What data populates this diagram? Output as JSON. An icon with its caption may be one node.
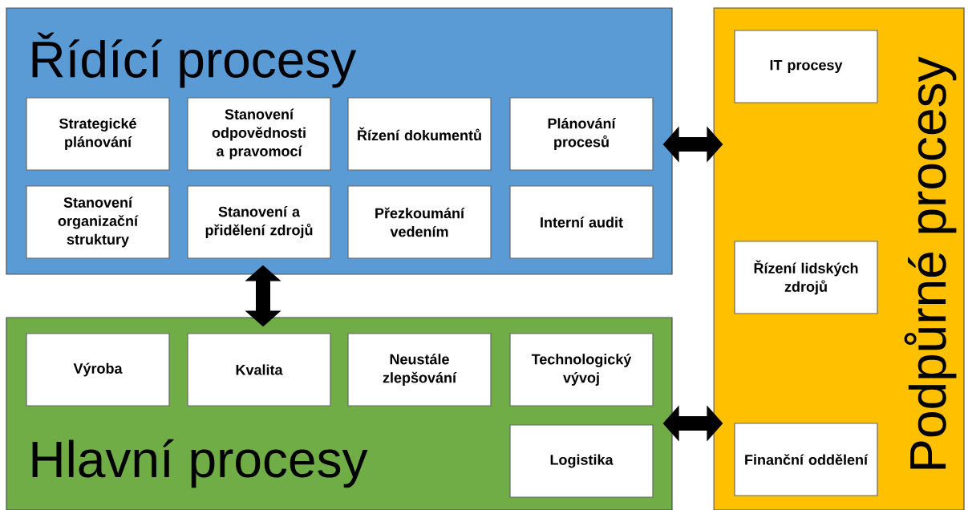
{
  "diagram": {
    "nodes": [
      {
        "text": [
          "Řídící procesy"
        ]
      },
      {
        "text": [
          "Strategické plánování"
        ],
        "in": 0
      },
      {
        "text": [
          "Stanovení odpovědnosti a pravomocí"
        ],
        "in": 0
      },
      {
        "text": [
          "Řízení dokumentů"
        ],
        "in": 0
      },
      {
        "text": [
          "Plánování procesů"
        ],
        "in": 0
      },
      {
        "text": [
          "Stanovení organizační struktury"
        ],
        "in": 0
      },
      {
        "text": [
          "Stanovení a přidělení zdrojů"
        ],
        "in": 0
      },
      {
        "text": [
          "Přezkoumání vedením"
        ],
        "in": 0
      },
      {
        "text": [
          "Interní audit"
        ],
        "in": 0
      },
      {
        "text": [
          "Hlavní procesy"
        ]
      },
      {
        "text": [
          "Výroba"
        ],
        "in": 9
      },
      {
        "text": [
          "Kvalita"
        ],
        "in": 9
      },
      {
        "text": [
          "Neustále zlepšování"
        ],
        "in": 9
      },
      {
        "text": [
          "Technologický vývoj"
        ],
        "in": 9
      },
      {
        "text": [
          "Logistika"
        ],
        "in": 9
      },
      {
        "text": [
          "Podpůrné procesy"
        ]
      },
      {
        "text": [
          "IT procesy"
        ],
        "in": 15
      },
      {
        "text": [
          "Řízení lidských zdrojů"
        ],
        "in": 15
      },
      {
        "text": [
          "Finanční oddělení"
        ],
        "in": 15
      }
    ],
    "edges": [
      {
        "from": 0,
        "to": 9,
        "arrow": "both"
      },
      {
        "from": 0,
        "to": 15,
        "arrow": "both"
      },
      {
        "from": 9,
        "to": 15,
        "arrow": "both"
      }
    ]
  }
}
